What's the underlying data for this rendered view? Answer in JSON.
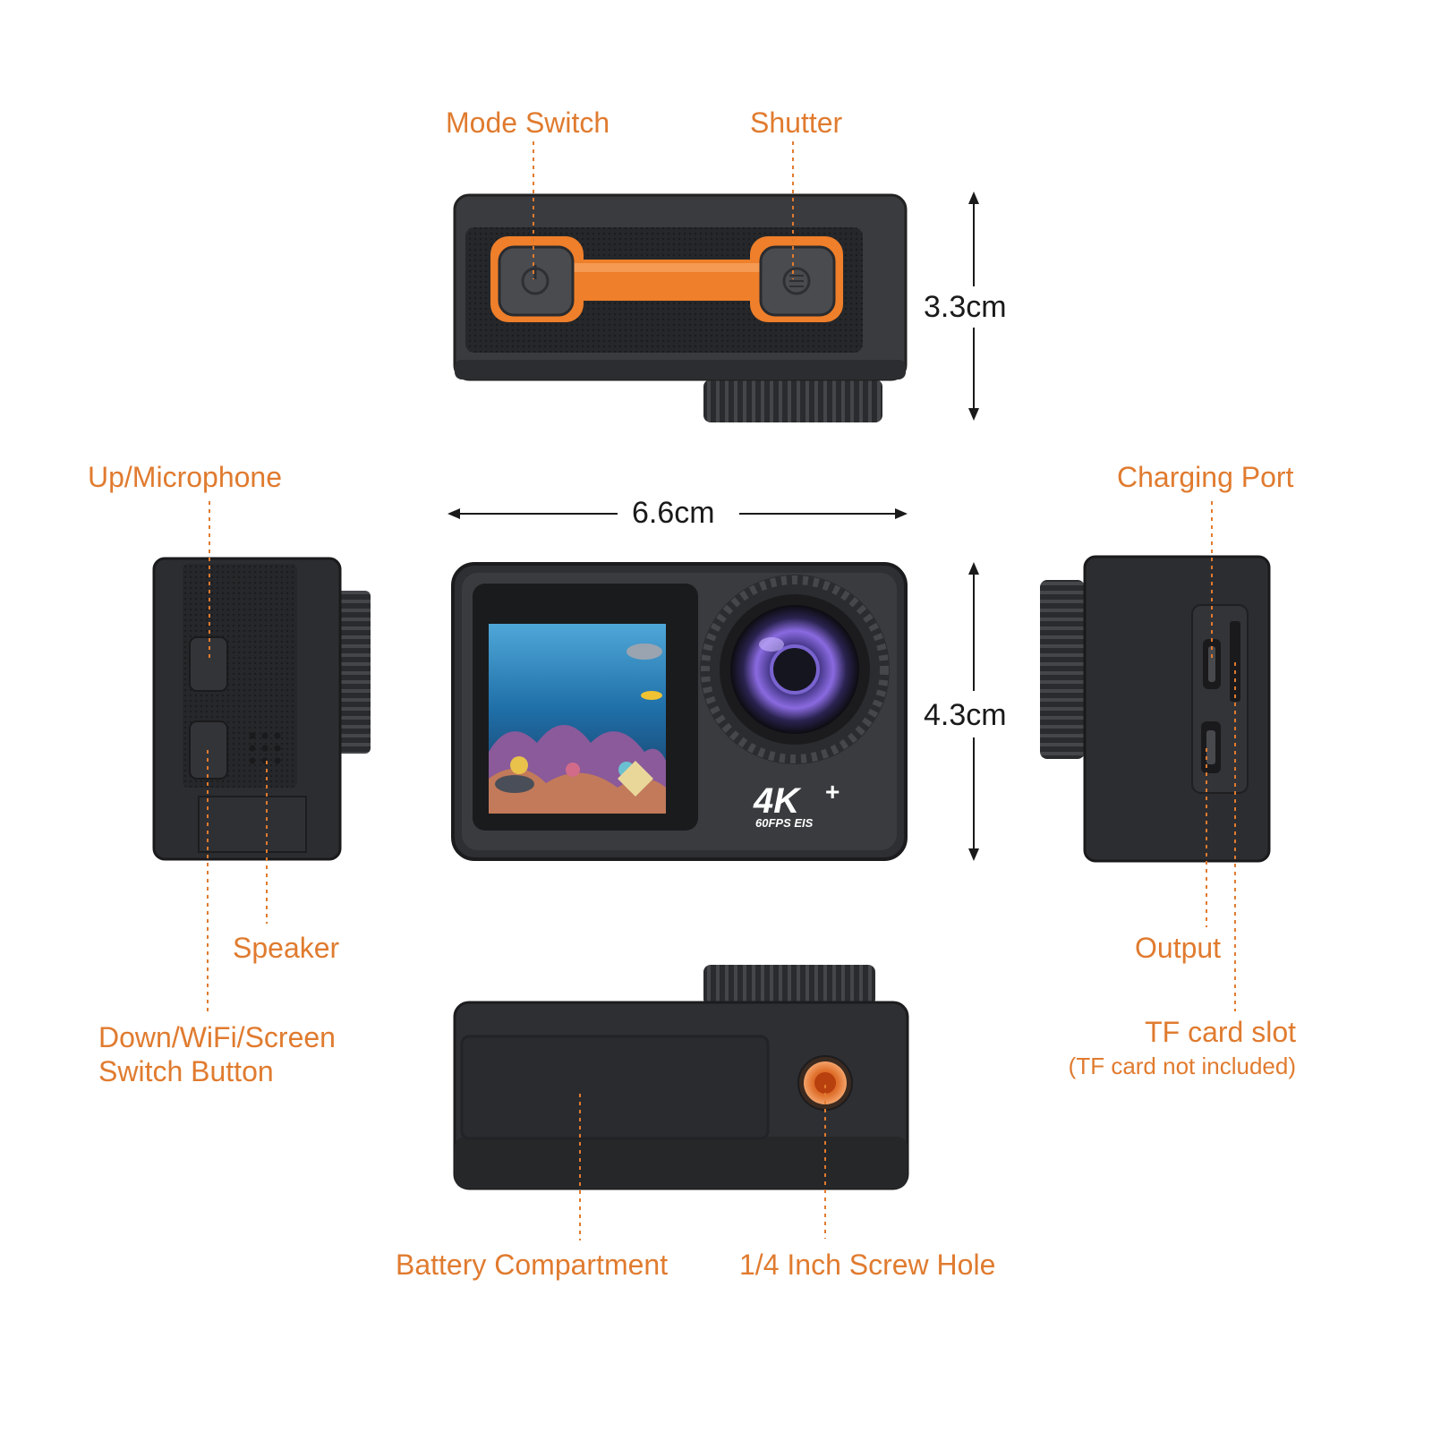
{
  "labels": {
    "mode_switch": "Mode Switch",
    "shutter": "Shutter",
    "up_microphone": "Up/Microphone",
    "charging_port": "Charging Port",
    "speaker": "Speaker",
    "down_wifi_line1": "Down/WiFi/Screen",
    "down_wifi_line2": "Switch Button",
    "output": "Output",
    "tf_slot": "TF card slot",
    "tf_note": "(TF card not included)",
    "battery": "Battery Compartment",
    "screw_hole": "1/4 Inch Screw Hole"
  },
  "dimensions": {
    "width": "6.6cm",
    "height_top": "3.3cm",
    "height_front": "4.3cm"
  },
  "badge": {
    "main": "4K",
    "plus": "+",
    "sub": "60FPS  EIS"
  },
  "colors": {
    "accent": "#e07b2f",
    "body": "#2b2c2f"
  }
}
